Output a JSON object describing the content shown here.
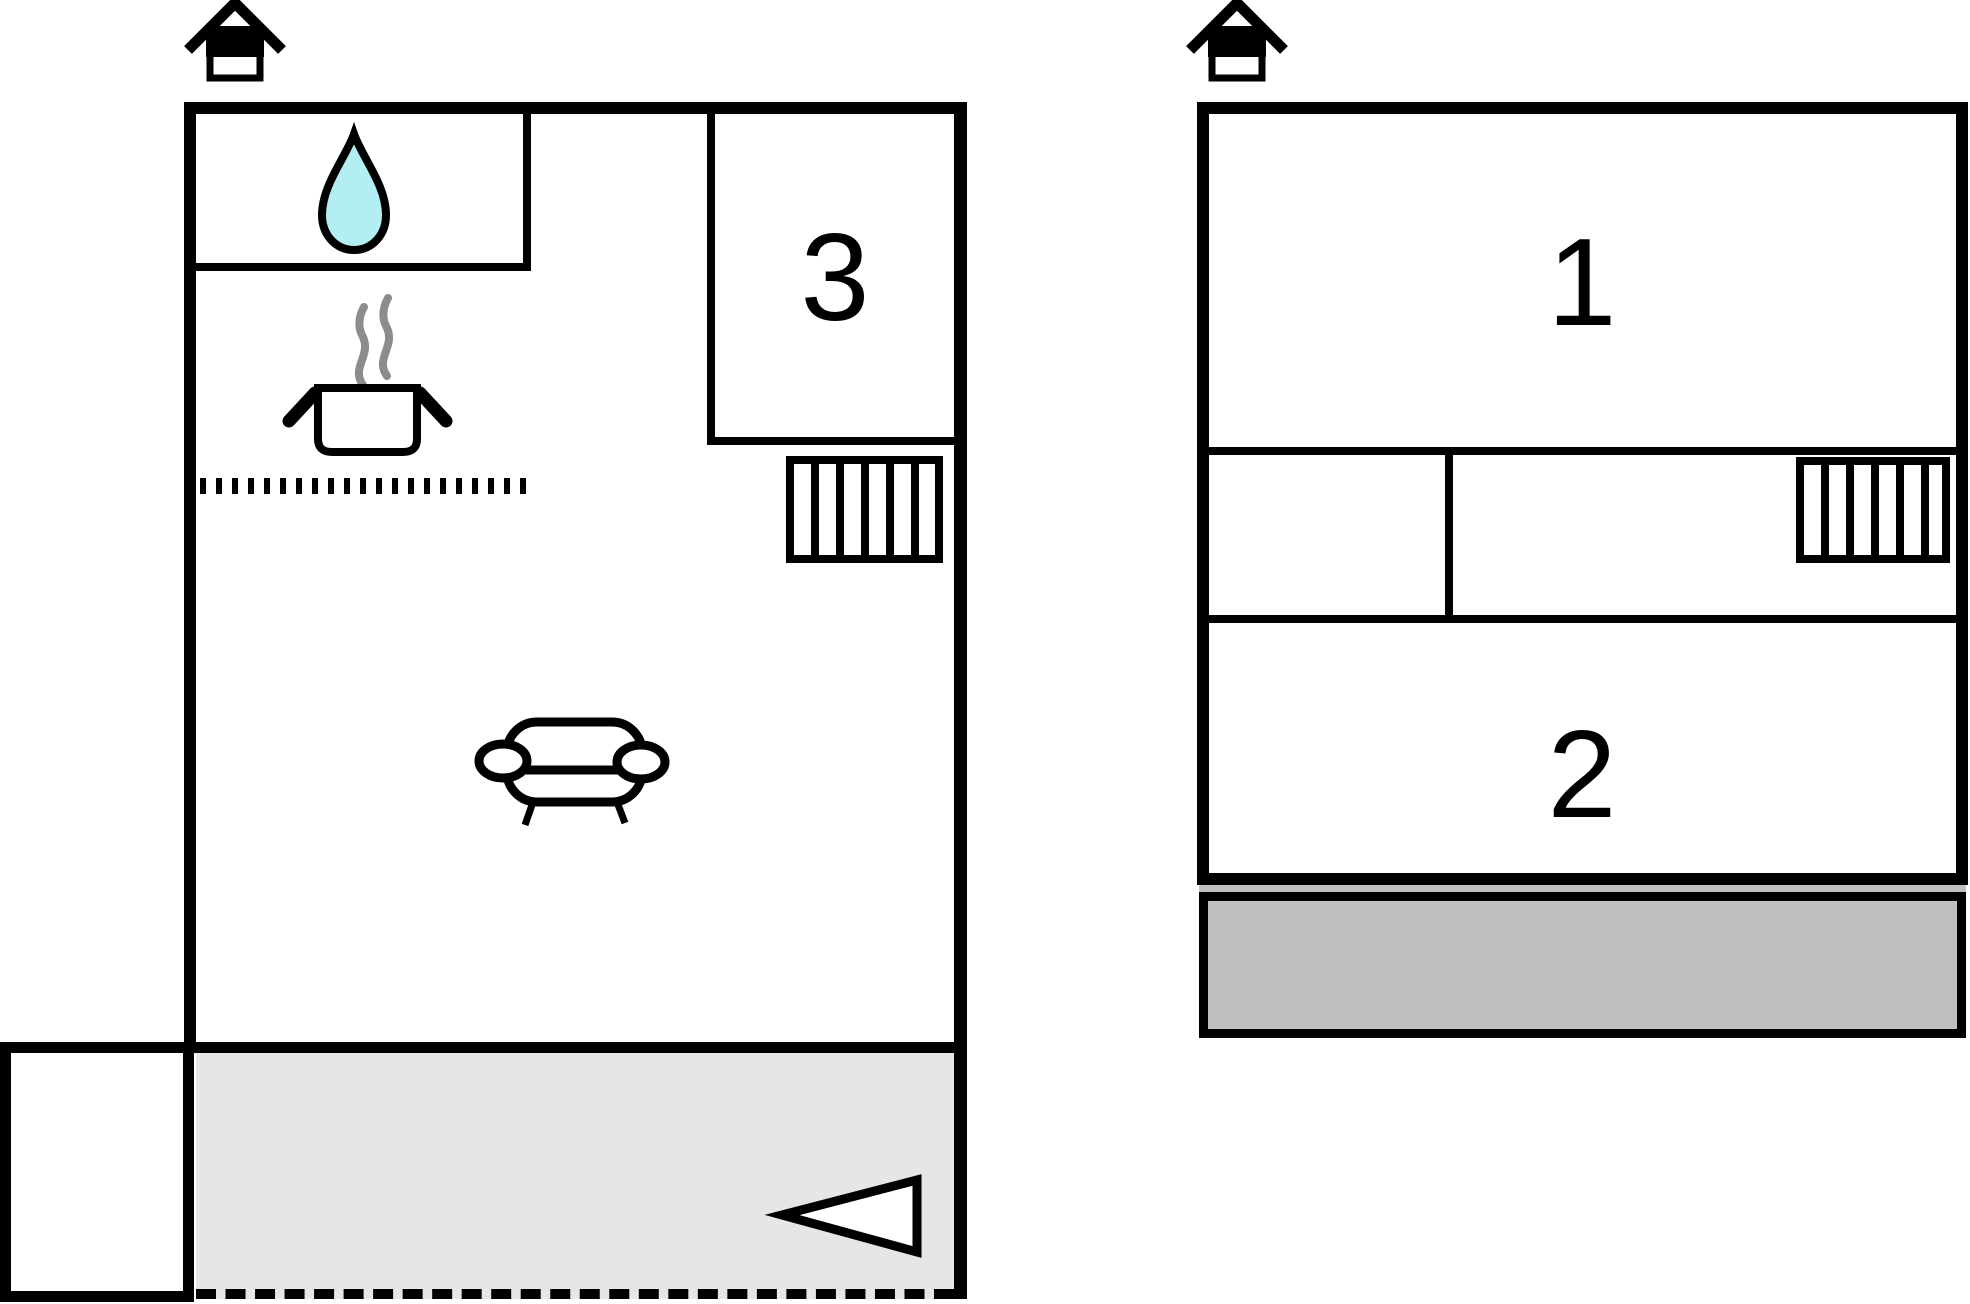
{
  "title": "Two-level holiday home floor plan",
  "plans": {
    "ground": {
      "name": "ground-floor-plan",
      "room_label": "3",
      "features": [
        "kitchen-sink",
        "stove-with-pot",
        "kitchen-counter-dotted-line",
        "stairs",
        "sofa",
        "terrace",
        "entry-box"
      ]
    },
    "upper": {
      "name": "upper-floor-plan",
      "room1_label": "1",
      "room2_label": "2",
      "features": [
        "stairs",
        "landing",
        "balcony"
      ]
    }
  },
  "stairs": {
    "ground_treads": 6,
    "upper_treads": 6
  },
  "icons": {
    "roof_vent": "house-with-chimney-shape",
    "water_drop": "teardrop-shape",
    "steam": "two-wavy-lines",
    "cooking_pot": "pot-with-side-handles",
    "sofa": "rounded-couch-with-armrests",
    "direction_arrow": "left-pointing-hollow-triangle"
  },
  "colors": {
    "wall": "#000000",
    "background": "#ffffff",
    "water_drop": "#b3eef2",
    "steam": "#8c8c8c",
    "terrace": "#e6e6e6",
    "balcony": "#bfbfbf"
  }
}
